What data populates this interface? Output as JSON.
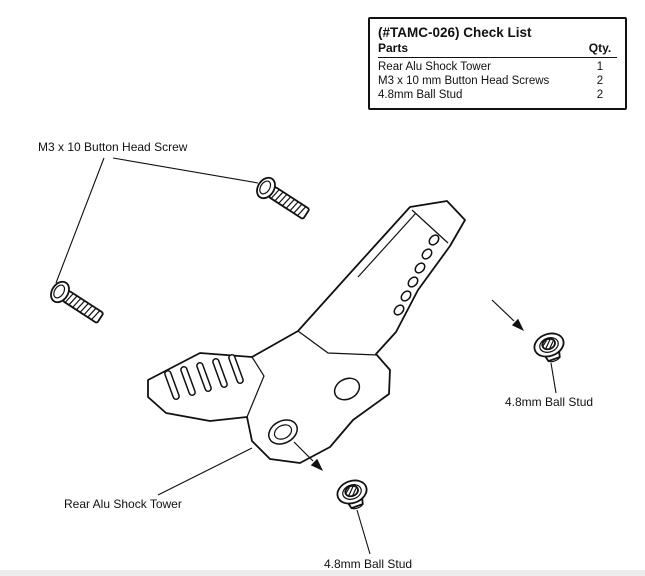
{
  "checklist": {
    "title": "(#TAMC-026) Check List",
    "col_parts": "Parts",
    "col_qty": "Qty.",
    "rows": [
      {
        "part": "Rear Alu Shock Tower",
        "qty": "1"
      },
      {
        "part": "M3 x 10 mm Button Head Screws",
        "qty": "2"
      },
      {
        "part": "4.8mm Ball Stud",
        "qty": "2"
      }
    ]
  },
  "labels": {
    "screw": "M3 x 10 Button Head Screw",
    "ball_stud_right": "4.8mm Ball Stud",
    "tower": "Rear Alu Shock Tower",
    "ball_stud_bottom": "4.8mm Ball Stud"
  },
  "colors": {
    "line": "#111111",
    "background": "#ffffff"
  }
}
